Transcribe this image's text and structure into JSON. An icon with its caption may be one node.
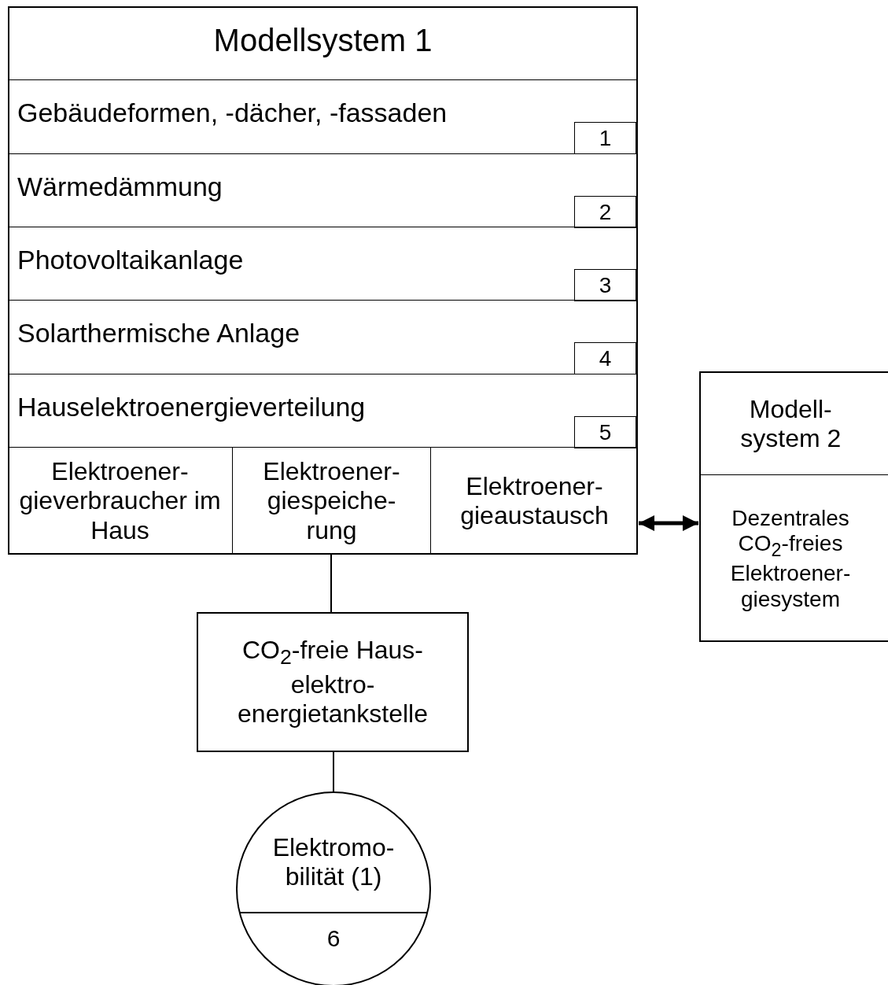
{
  "diagram": {
    "nodes": [
      {
        "text": [
          "Modellsystem 1"
        ]
      },
      {
        "text": [
          "Gebäudeformen, -dächer, -fassaden"
        ],
        "in": 0
      },
      {
        "text": [
          "1"
        ],
        "in": 1
      },
      {
        "text": [
          "Wärmedämmung"
        ],
        "in": 0
      },
      {
        "text": [
          "2"
        ],
        "in": 3
      },
      {
        "text": [
          "Photovoltaikanlage"
        ],
        "in": 0
      },
      {
        "text": [
          "3"
        ],
        "in": 5
      },
      {
        "text": [
          "Solarthermische Anlage"
        ],
        "in": 0
      },
      {
        "text": [
          "4"
        ],
        "in": 7
      },
      {
        "text": [
          "Hauselektroenergieverteilung"
        ],
        "in": 0
      },
      {
        "text": [
          "5"
        ],
        "in": 9
      },
      {
        "text": [
          "Elektroener- gieverbraucher im Haus"
        ],
        "in": 0
      },
      {
        "text": [
          "Elektroener- giespeiche- rung"
        ],
        "in": 0
      },
      {
        "text": [
          "Elektroener- gieaustausch"
        ],
        "in": 0
      },
      {
        "text": [
          "Modell- system 2",
          "Dezentrales CO$_{2}$-freies Elektroener- giesystem"
        ]
      },
      {
        "text": [
          "CO$_{2}$-freie Haus- elektro- energietankstelle"
        ]
      },
      {
        "text": [
          "Elektromo- bilität (1)",
          "6"
        ]
      }
    ],
    "edges": [
      {
        "from": 13,
        "to": 14,
        "arrow": "both",
        "style": "thick"
      },
      {
        "from": 12,
        "to": 15,
        "arrow": "none"
      },
      {
        "from": 15,
        "to": 16,
        "arrow": "none"
      }
    ]
  }
}
